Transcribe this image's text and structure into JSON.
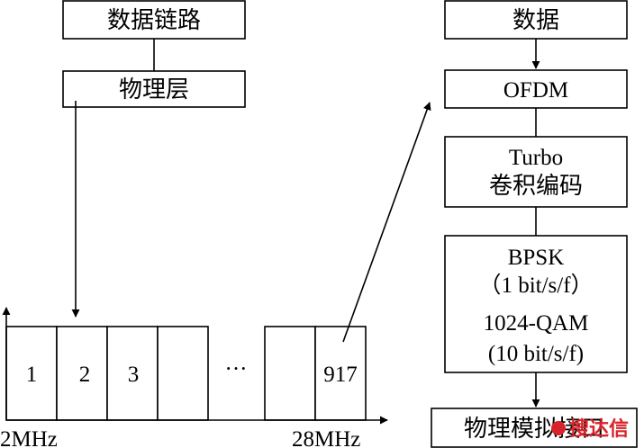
{
  "left_stack": {
    "data_link": "数据链路",
    "physical": "物理层"
  },
  "right_stack": {
    "data": "数据",
    "ofdm": "OFDM",
    "turbo_1": "Turbo",
    "turbo_2": "卷积编码",
    "mod_1": "BPSK",
    "mod_2": "（1 bit/s/f）",
    "mod_3": "1024-QAM",
    "mod_4": "(10 bit/s/f)",
    "interface": "物理模拟接口"
  },
  "channels": [
    "1",
    "2",
    "3",
    "",
    "",
    "917"
  ],
  "ellipsis": "···",
  "axis": {
    "start": "2MHz",
    "end": "28MHz"
  },
  "watermark": "搜达信"
}
